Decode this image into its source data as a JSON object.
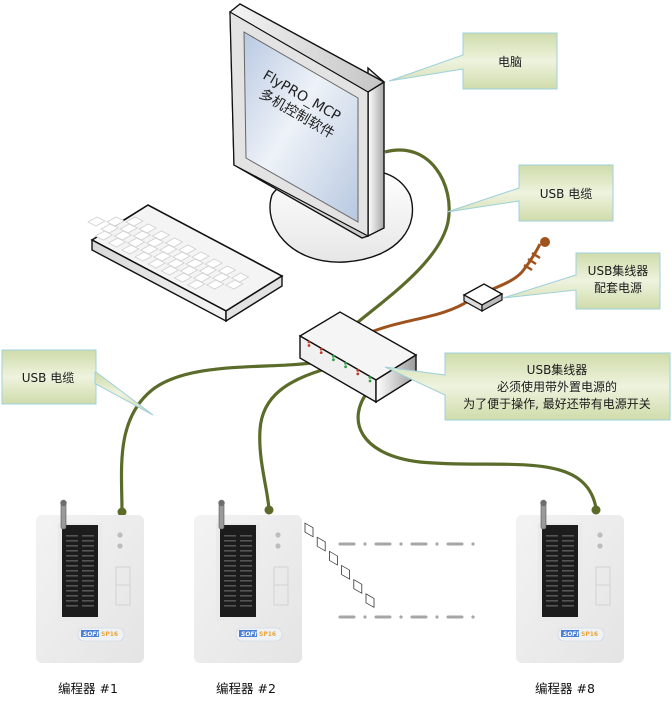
{
  "diagram": {
    "title": "FlyPRO MCP multi-programmer connection diagram",
    "computer": {
      "screen_line1": "FlyPRO_MCP",
      "screen_line2": "多机控制软件"
    },
    "callouts": {
      "computer": "电脑",
      "usb_cable_top": "USB 电缆",
      "usb_cable_left": "USB 电缆",
      "hub_power": [
        "USB集线器",
        "配套电源"
      ],
      "hub": [
        "USB集线器",
        "必须使用带外置电源的",
        "为了便于操作, 最好还带有电源开关"
      ]
    },
    "programmers": [
      {
        "label": "编程器 #1",
        "brand": "SOFI",
        "model": "SP16"
      },
      {
        "label": "编程器 #2",
        "brand": "SOFI",
        "model": "SP16"
      },
      {
        "label": "编程器 #8",
        "brand": "SOFI",
        "model": "SP16"
      }
    ],
    "colors": {
      "usb_cable": "#5a6b2a",
      "power_cable": "#a0521d",
      "callout_fill": "#d6e2b4",
      "callout_border": "#9fd0dc",
      "screen": "#c9d7ea",
      "ellipsis_dash": "#a6a6a6"
    }
  }
}
